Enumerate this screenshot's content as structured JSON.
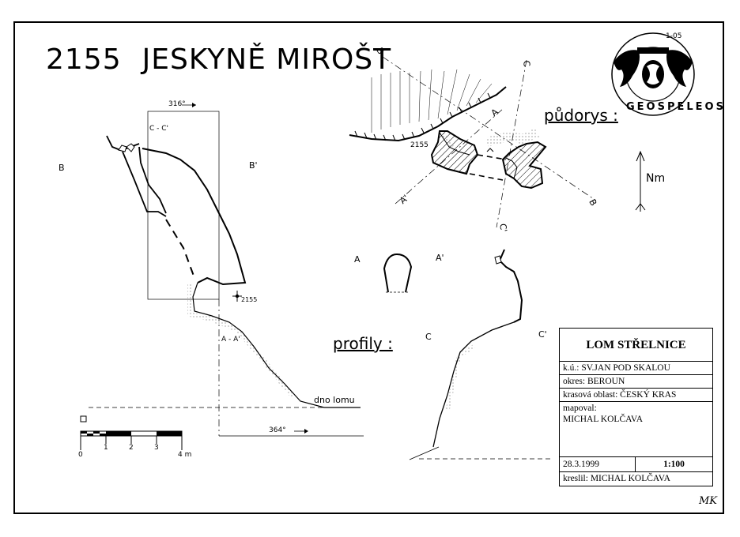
{
  "title": {
    "number": "2155",
    "name": "JESKYNĚ MIROŠT"
  },
  "plan": {
    "label": "půdorys :",
    "cave_code": "2155",
    "north": "Nm",
    "section_labels": {
      "a": "A",
      "a_prime": "A'",
      "b": "B",
      "b_prime": "B",
      "c": "C",
      "c_prime": "C'"
    }
  },
  "profiles": {
    "label": "profily :",
    "bb": {
      "b": "B",
      "b_prime": "B'",
      "cc": "C - C'",
      "aa": "A - A'",
      "bearing_top": "316°",
      "bearing_bottom": "364°",
      "point": "2155",
      "quarry_floor": "dno lomu"
    },
    "aa": {
      "a": "A",
      "a_prime": "A'"
    },
    "cc": {
      "c": "C",
      "c_prime": "C'"
    }
  },
  "scale": {
    "ticks": [
      "0",
      "1",
      "2",
      "3",
      "4 m"
    ]
  },
  "info_table": {
    "name": "LOM STŘELNICE",
    "ku": "k.ú.: SV.JAN POD SKALOU",
    "okres": "okres: BEROUN",
    "region": "krasová oblast: ČESKÝ KRAS",
    "mapped_label": "mapoval:",
    "mapped_by": "MICHAL KOLČAVA",
    "date": "28.3.1999",
    "scale": "1:100",
    "drawn": "kreslil: MICHAL KOLČAVA"
  },
  "logo": {
    "text": "GEOSPELEOS",
    "code": "1-05"
  },
  "signature": "MK"
}
